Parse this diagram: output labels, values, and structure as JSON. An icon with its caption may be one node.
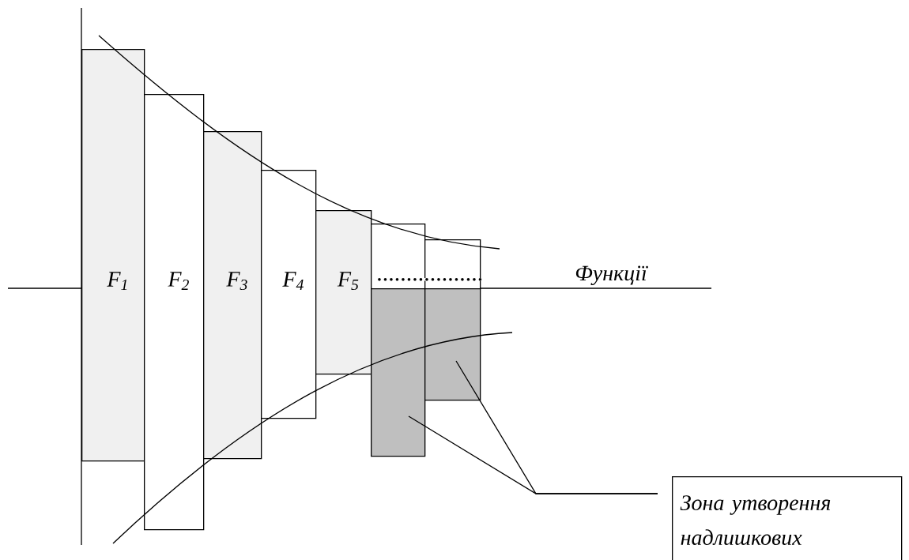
{
  "diagram": {
    "nodes": [
      {
        "text": [
          "F$_{1}$"
        ]
      },
      {
        "text": [
          "F$_{2}$"
        ]
      },
      {
        "text": [
          "F$_{3}$"
        ]
      },
      {
        "text": [
          "F$_{4}$"
        ]
      },
      {
        "text": [
          "F$_{5}$"
        ]
      },
      {
        "text": [],
        "shape": "box"
      },
      {
        "text": [],
        "shape": "box"
      },
      {
        "text": [],
        "shape": "box"
      },
      {
        "text": [],
        "shape": "box"
      },
      {
        "text": [
          "Зона утворення надлишкових"
        ]
      }
    ],
    "edges": [
      {
        "from": 9,
        "to": 7,
        "arrow": "none"
      },
      {
        "from": 9,
        "to": 8,
        "arrow": "none"
      }
    ],
    "labels": [
      "..................",
      "Функції"
    ]
  }
}
